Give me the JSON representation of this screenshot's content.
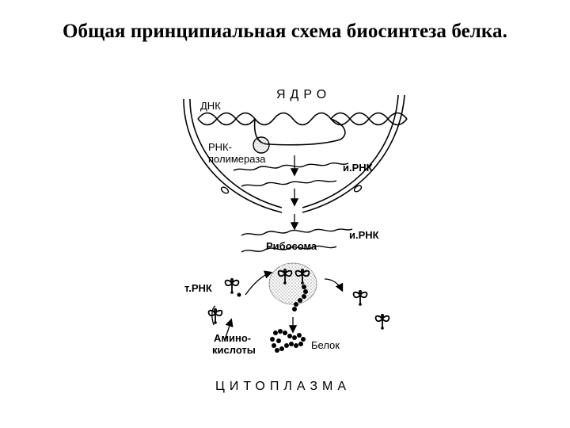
{
  "title": "Общая принципиальная схема биосинтеза белка.",
  "labels": {
    "nucleus": "ЯДРО",
    "dna": "ДНК",
    "rna_polymerase_1": "РНК-",
    "rna_polymerase_2": "полимераза",
    "mrna_nucleus": "и.РНК",
    "mrna_cytoplasm": "и.РНК",
    "ribosome": "Рибосома",
    "trna": "т.РНК",
    "amino_acids_1": "Амино-",
    "amino_acids_2": "кислоты",
    "protein": "Белок",
    "cytoplasm": "ЦИТОПЛАЗМА"
  }
}
